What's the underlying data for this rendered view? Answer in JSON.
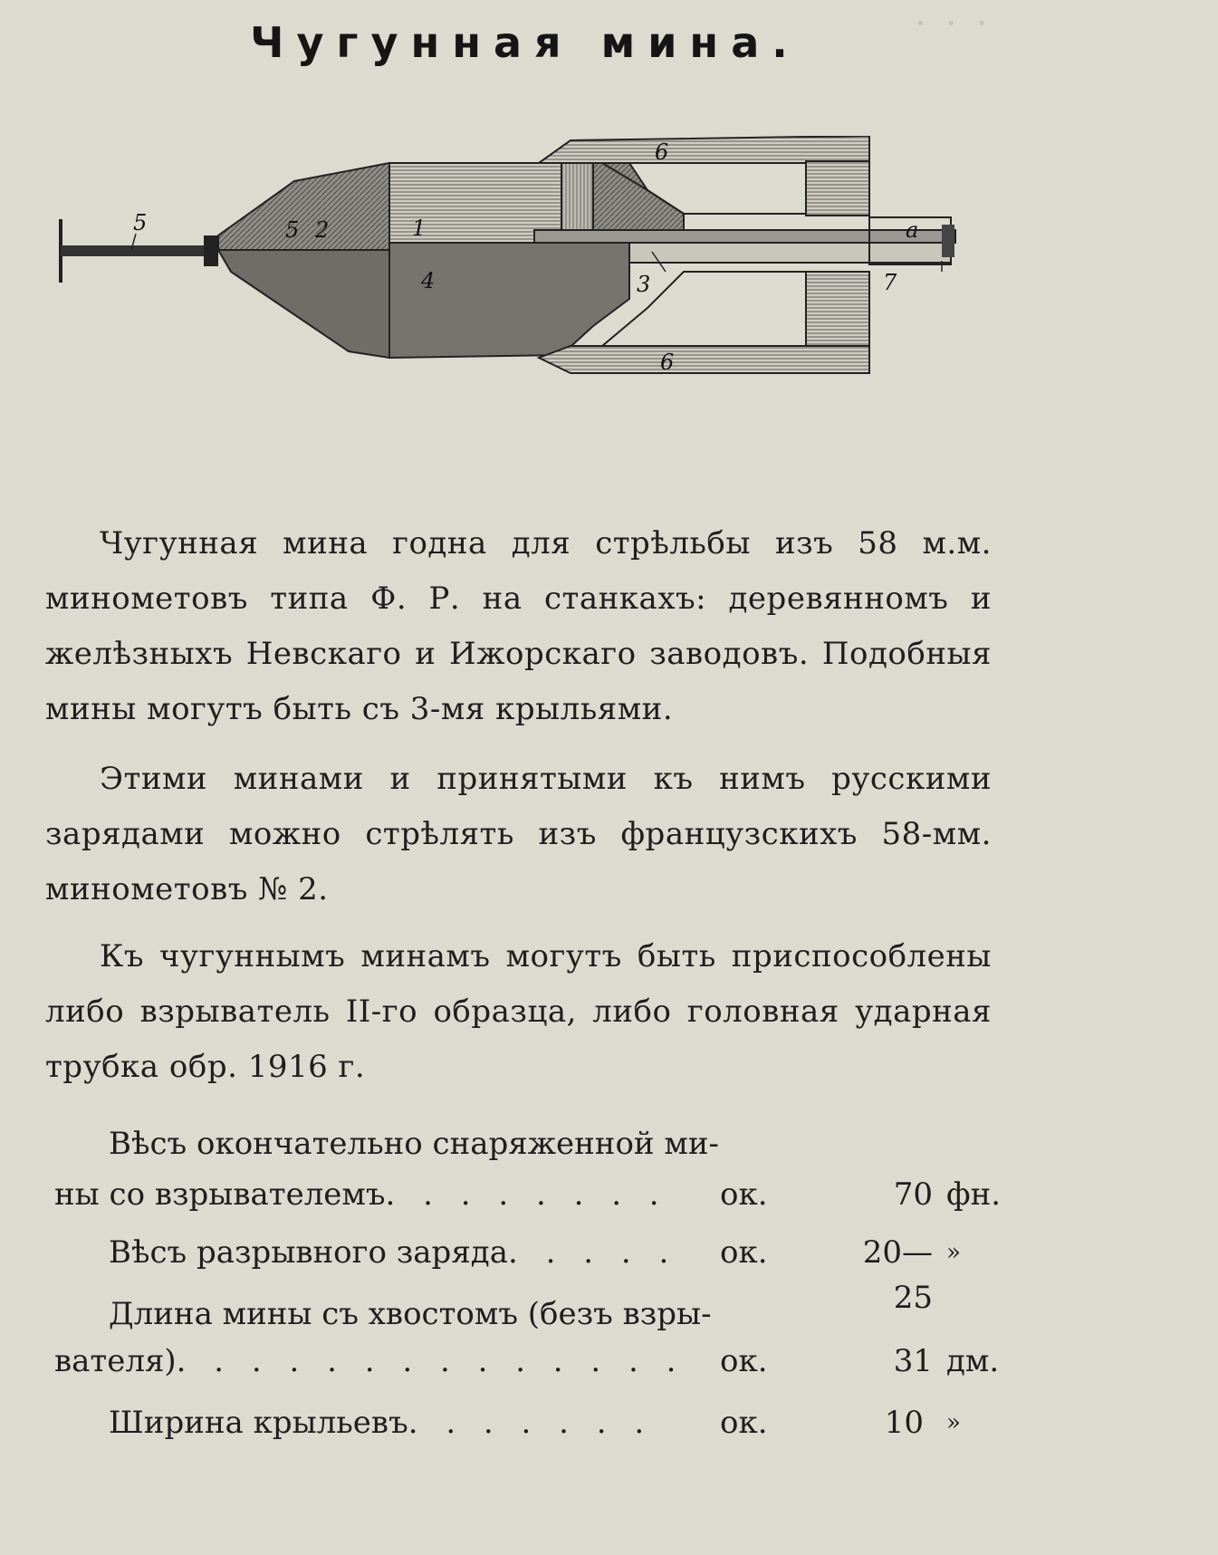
{
  "page": {
    "title": "Чугунная мина."
  },
  "figure": {
    "callouts": {
      "n5a": "5",
      "n5b": "5",
      "n2": "2",
      "n1": "1",
      "n4": "4",
      "n3": "3",
      "n6top": "6",
      "n6bot": "6",
      "n7": "7",
      "na": "a"
    }
  },
  "paragraphs": [
    "Чугунная мина годна для стрѣльбы изъ 58 м.м. минометовъ типа Ф. Р. на станкахъ: деревянномъ и желѣзныхъ Невскаго и Ижорскаго заводовъ. Подобныя мины могутъ быть съ 3-мя крыльями.",
    "Этими минами и принятыми къ нимъ русскими зарядами можно стрѣлять изъ французскихъ 58-мм. минометовъ № 2.",
    "Къ чугуннымъ минамъ могутъ быть приспособлены либо взрыватель II-го образца, либо головная ударная трубка обр. 1916 г."
  ],
  "specs": [
    {
      "label_line1": "Вѣсъ окончательно снаряженной ми-",
      "label_line2": "ны со взрывателемъ",
      "leader": ". . . . . . . .",
      "ok": "ок.",
      "value": "70",
      "unit": "фн."
    },
    {
      "label": "Вѣсъ разрывного заряда",
      "leader": ". . . . .",
      "ok": "ок.",
      "value": "20—25",
      "unit": "»"
    },
    {
      "label_line1": "Длина мины съ хвостомъ (безъ взры-",
      "label_line2": "вателя)",
      "leader": ". . . . . . . . . . . . . .",
      "ok": "ок.",
      "value": "31",
      "unit": "дм."
    },
    {
      "label": "Ширина крыльевъ",
      "leader": ". . . . . . .",
      "ok": "ок.",
      "value": "10",
      "unit": "»"
    }
  ]
}
